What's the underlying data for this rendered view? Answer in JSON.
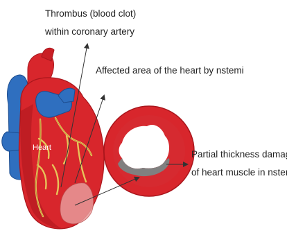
{
  "labels": {
    "thrombus_line1": "Thrombus (blood clot)",
    "thrombus_line2": "within coronary artery",
    "affected_area": "Affected area of the heart by nstemi",
    "heart": "Heart",
    "damage_line1": "Partial thickness damage",
    "damage_line2": "of heart muscle in nstemi"
  },
  "colors": {
    "myocardium": "#d8262c",
    "myocardium_dark": "#a9161c",
    "vessels_blue": "#2f6fbf",
    "coronary_artery": "#e7c35a",
    "damage_gray": "#808080",
    "lumen": "#ffffff",
    "arrow": "#333333"
  }
}
